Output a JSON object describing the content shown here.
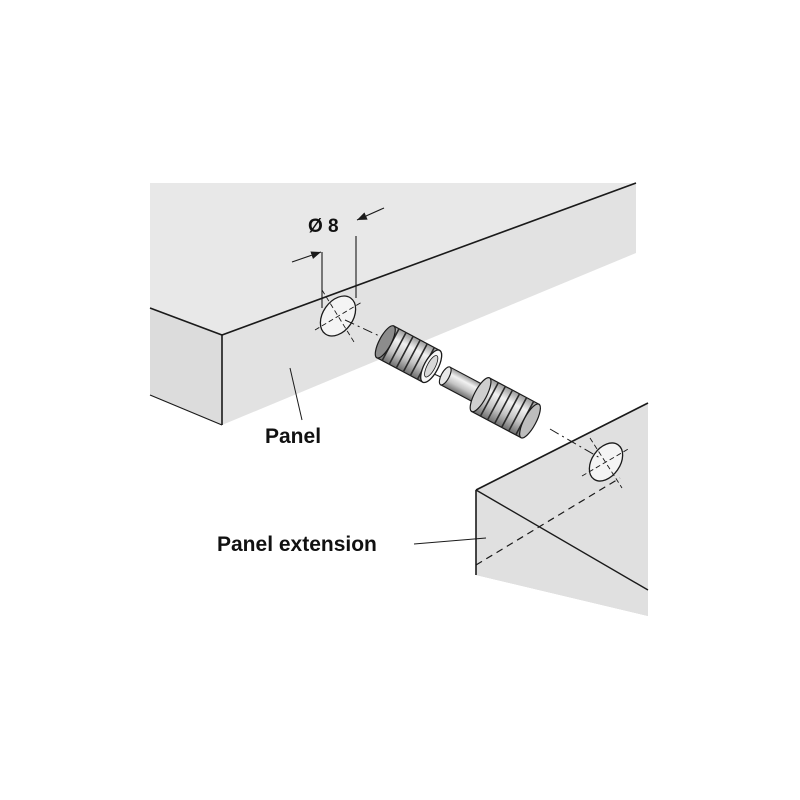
{
  "labels": {
    "diameter": "Ø 8",
    "panel": "Panel",
    "panel_extension": "Panel extension"
  },
  "colors": {
    "background": "#ffffff",
    "panel_top": "#e8e8e8",
    "panel_front": "#dcdcdc",
    "outline": "#1a1a1a",
    "label_text": "#111111"
  }
}
